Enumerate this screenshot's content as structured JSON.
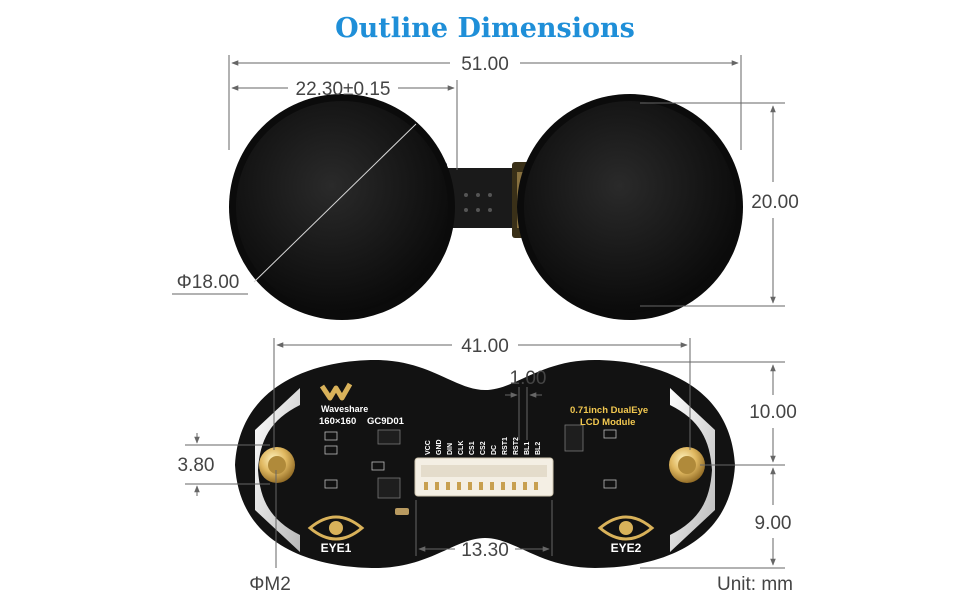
{
  "title": "Outline Dimensions",
  "top_view": {
    "dim_overall_width": "51.00",
    "dim_center_distance": "22.30±0.15",
    "dim_height": "20.00",
    "dim_diameter": "Φ18.00"
  },
  "bottom_view": {
    "dim_overall_width": "41.00",
    "dim_pin_pitch": "1.00",
    "dim_upper_offset": "10.00",
    "dim_hole_offset": "3.80",
    "dim_lower_offset": "9.00",
    "dim_connector_width": "13.30",
    "dim_hole_diameter": "ΦM2",
    "unit_note": "Unit: mm",
    "silkscreen": {
      "brand": "Waveshare",
      "resolution": "160×160",
      "driver": "GC9D01",
      "product_line1": "0.71inch DualEye",
      "product_line2": "LCD Module",
      "eye_left": "EYE1",
      "eye_right": "EYE2",
      "pins": [
        "VCC",
        "GND",
        "DIN",
        "CLK",
        "CS1",
        "CS2",
        "DC",
        "RST1",
        "RST2",
        "BL1",
        "BL2"
      ]
    }
  },
  "colors": {
    "title": "#1f8fd8",
    "pcb": "#111111",
    "gold": "#d9b25a"
  }
}
